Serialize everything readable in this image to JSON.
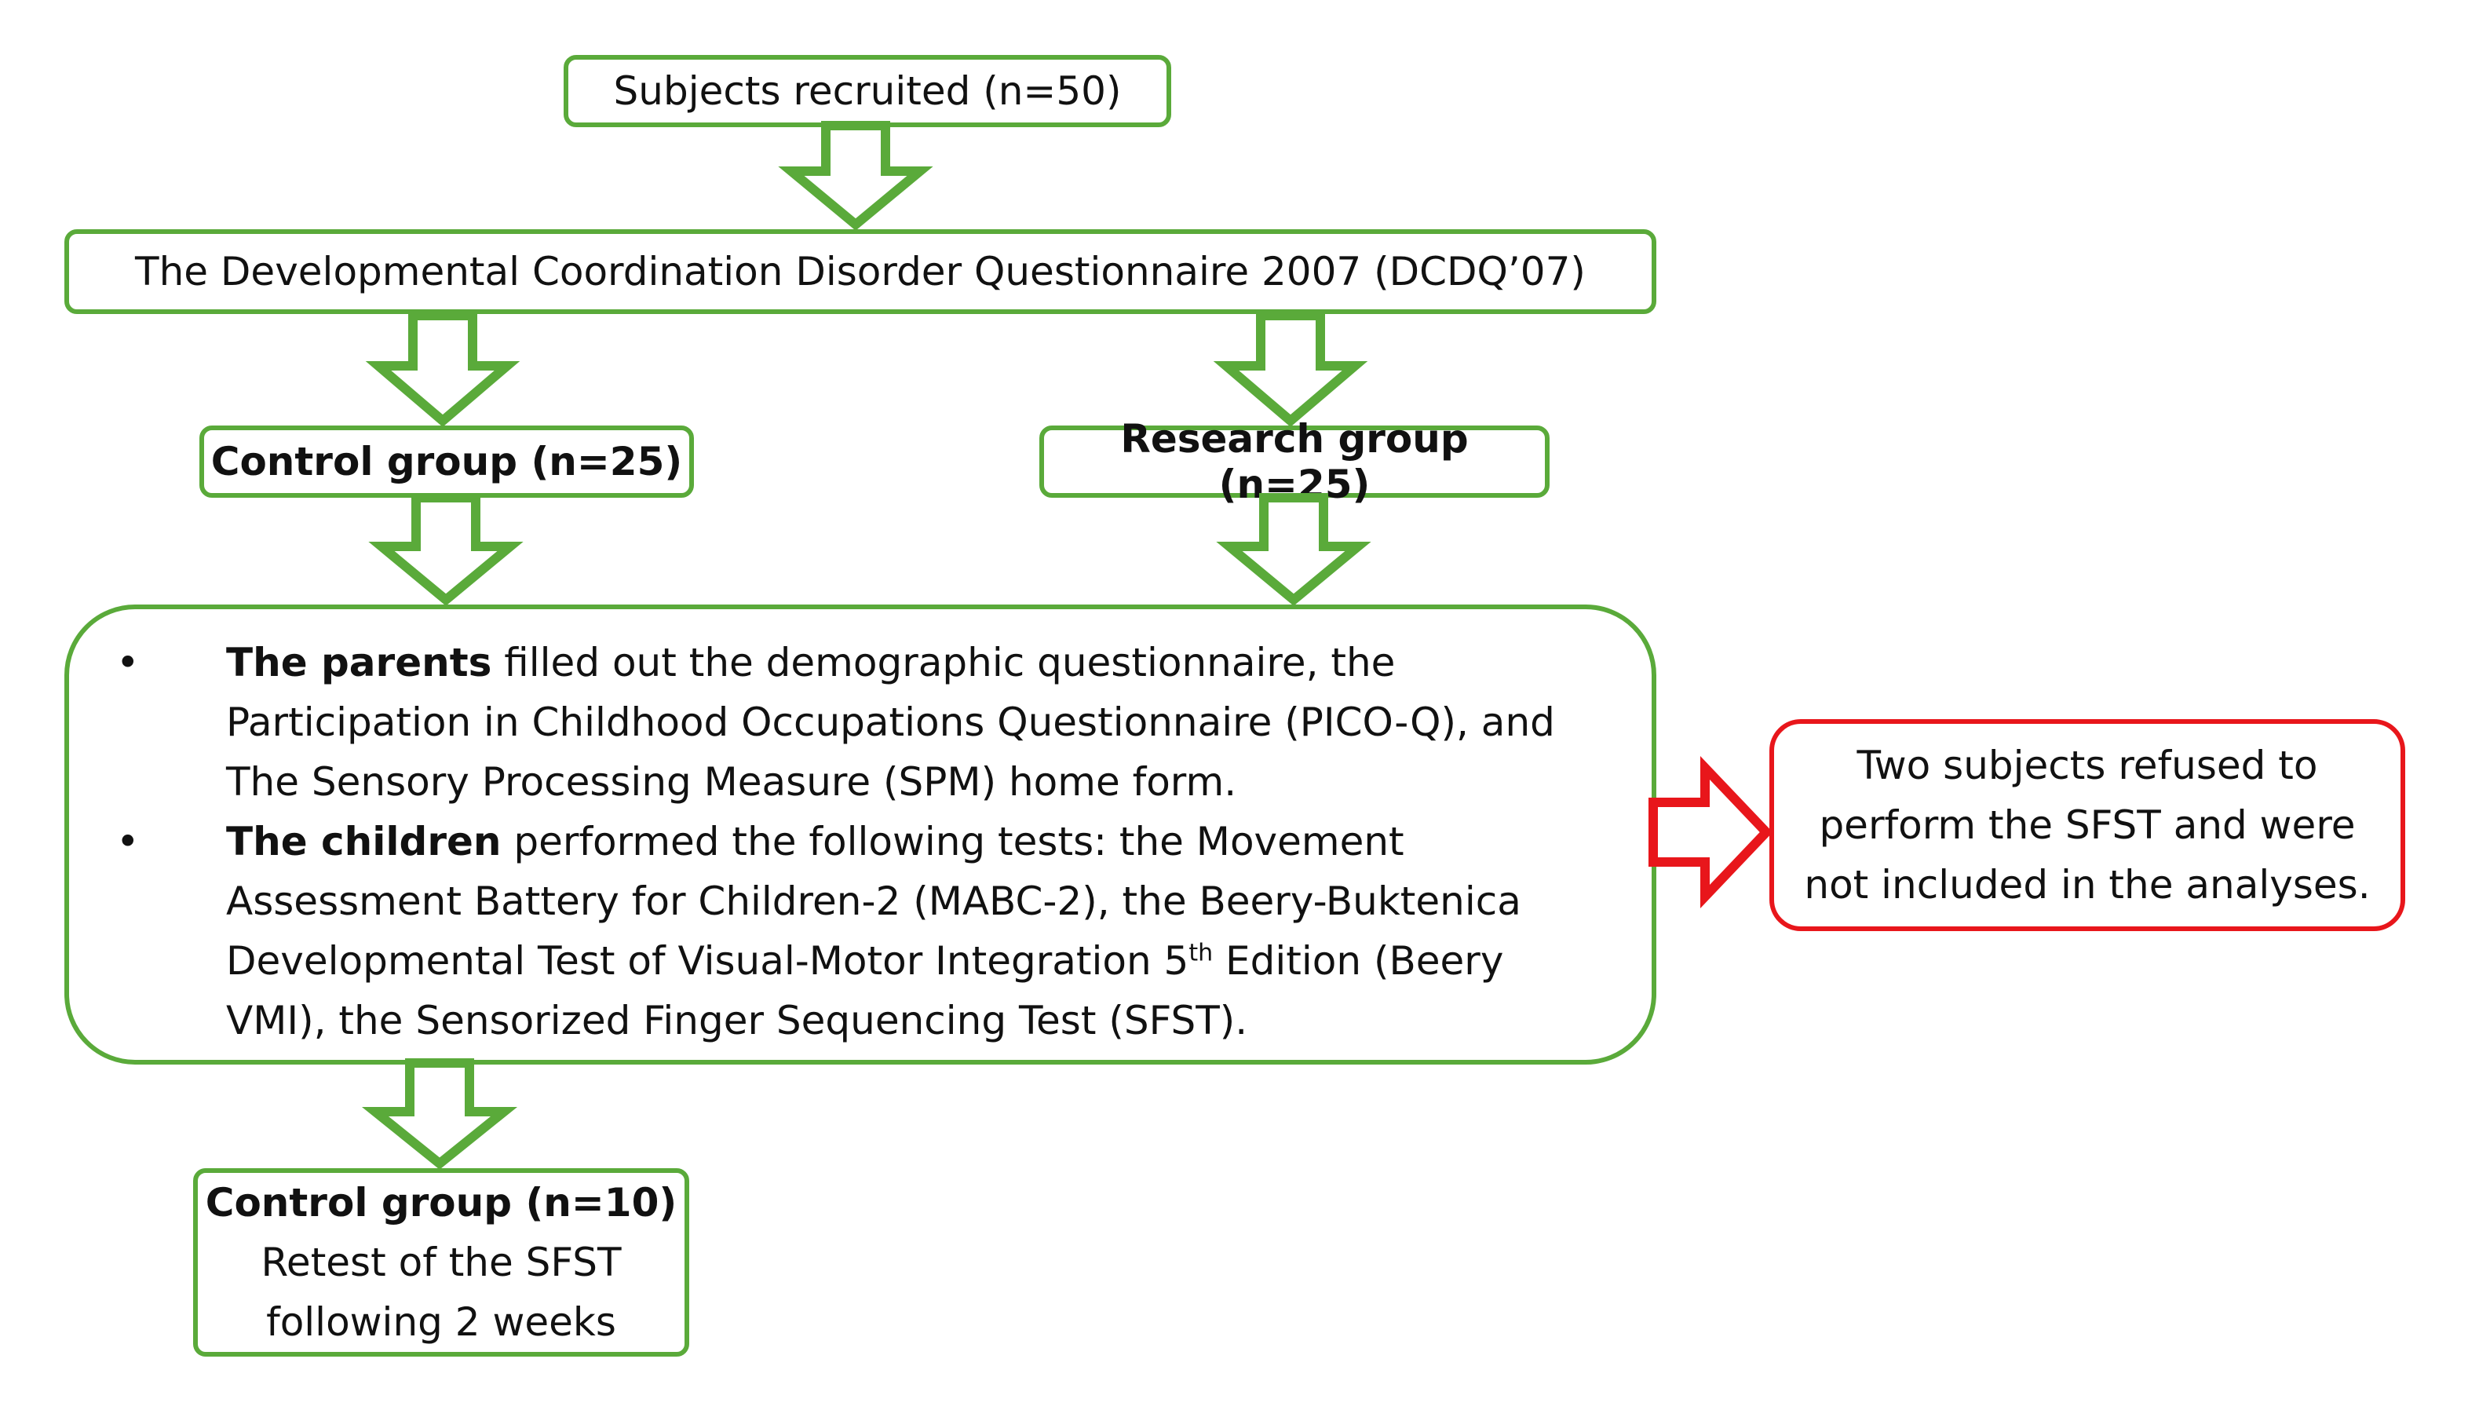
{
  "nodes": {
    "recruited": "Subjects recruited (n=50)",
    "questionnaire": "The Developmental Coordination Disorder Questionnaire 2007 (DCDQ’07)",
    "control_group": "Control group (n=25)",
    "research_group": "Research group (n=25)",
    "procedures": {
      "parents_bold": "The parents",
      "parents_text": " filled out the demographic questionnaire, the Participation in Childhood Occupations Questionnaire (PICO-Q), and The Sensory Processing Measure (SPM) home form.",
      "children_bold": "The children",
      "children_text_1": " performed the following tests: the Movement Assessment Battery for Children-2 (MABC-2), the Beery-Buktenica Developmental Test of Visual-Motor Integration 5",
      "children_sup": "th",
      "children_text_2": " Edition (Beery VMI), the Sensorized Finger Sequencing Test (SFST)."
    },
    "exclusion": "Two subjects refused to perform the SFST and were not included in the analyses.",
    "retest": {
      "title": "Control group (n=10)",
      "line1": "Retest of the SFST",
      "line2": "following 2 weeks"
    }
  },
  "colors": {
    "green": "#5aaa3a",
    "red": "#e8161b"
  }
}
